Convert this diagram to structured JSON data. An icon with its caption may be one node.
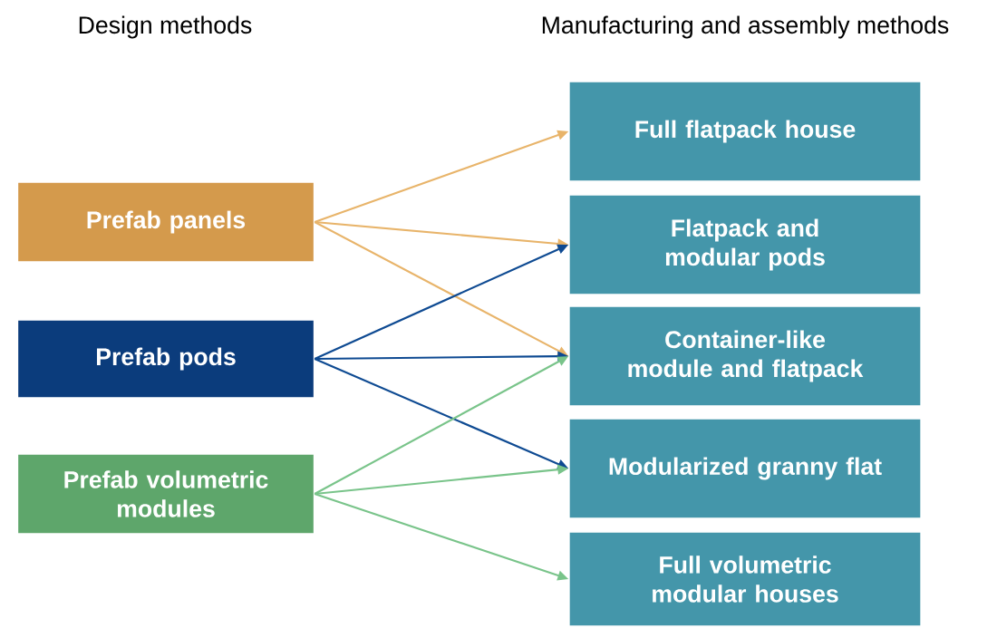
{
  "diagram": {
    "nodes": [
      {
        "text": [
          "Prefab panels"
        ]
      },
      {
        "text": [
          "Prefab pods"
        ]
      },
      {
        "text": [
          "Prefab volumetric modules"
        ]
      },
      {
        "text": [
          "Full flatpack house"
        ]
      },
      {
        "text": [
          "Flatpack and modular pods"
        ]
      },
      {
        "text": [
          "Container-like module and flatpack"
        ]
      },
      {
        "text": [
          "Modularized granny flat"
        ]
      },
      {
        "text": [
          "Full volumetric modular houses"
        ]
      }
    ],
    "edges": [
      {
        "from": 0,
        "to": 3,
        "arrow": "to",
        "color": "#e8b46a"
      },
      {
        "from": 0,
        "to": 4,
        "arrow": "to",
        "color": "#e8b46a"
      },
      {
        "from": 0,
        "to": 5,
        "arrow": "to",
        "color": "#e8b46a"
      },
      {
        "from": 1,
        "to": 4,
        "arrow": "to",
        "color": "#0e4a92"
      },
      {
        "from": 1,
        "to": 5,
        "arrow": "to",
        "color": "#0e4a92"
      },
      {
        "from": 1,
        "to": 6,
        "arrow": "to",
        "color": "#0e4a92"
      },
      {
        "from": 2,
        "to": 5,
        "arrow": "to",
        "color": "#79c48a"
      },
      {
        "from": 2,
        "to": 6,
        "arrow": "to",
        "color": "#79c48a"
      },
      {
        "from": 2,
        "to": 7,
        "arrow": "to",
        "color": "#79c48a"
      }
    ],
    "labels": [
      "Design methods",
      "Manufacturing and assembly methods"
    ]
  }
}
